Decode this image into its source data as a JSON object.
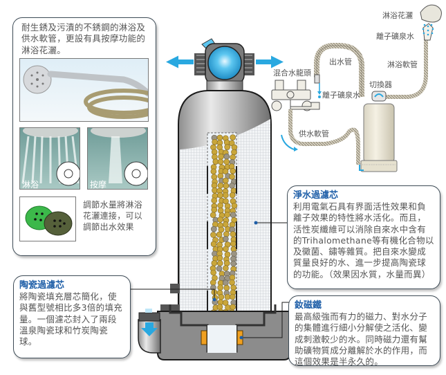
{
  "shower_box": {
    "description": "耐生銹及污漬的不銹鋼的淋浴及供水軟管，更設有具按摩功能的淋浴花灑。",
    "mode_labels": [
      "淋浴",
      "按摩"
    ],
    "adjust_text": "調節水量將淋浴花灑連接，可以調節出水效果"
  },
  "ceramic_box": {
    "title": "陶瓷過濾芯",
    "text": "將陶瓷填充層芯簡化，使與舊型號相比多3倍的填充量。一個濾芯封入了兩段溫泉陶瓷球和竹炭陶瓷球。"
  },
  "purify_box": {
    "title": "淨水過濾芯",
    "text": "利用電氣石具有界面活性效果和負離子效果的特性將水活化。而且，活性炭纖維可以消除自來水中含有的Trihalomethane等有機化合物以及黴菌、鏽等雜質。把自來水變成質量良好的水、進一步提高陶瓷球的功能。（效果因水質，水量而異）"
  },
  "magnet_box": {
    "title": "釹磁鐵",
    "text": "最高級強而有力的磁力、對水分子的集體進行細小分解使之活化、變成刺激較少的水。同時磁力還有幫助礦物質成分離解於水的作用，而這個效果是半永久的。"
  },
  "install_diagram": {
    "labels": {
      "shower_head": "淋浴花灑",
      "ion_water_top": "離子礦泉水",
      "outlet_pipe": "出水管",
      "shower_hose": "淋浴軟管",
      "mixer_faucet": "混合水龍頭",
      "switch": "切換器",
      "ion_water_faucet": "離子礦泉水",
      "supply_hose": "供水軟管"
    }
  },
  "colors": {
    "accent_blue": "#29a8e0",
    "title_blue": "#1f5fa8",
    "ball_gold": "#c9a63a",
    "magnet_orange": "#f0a020"
  }
}
